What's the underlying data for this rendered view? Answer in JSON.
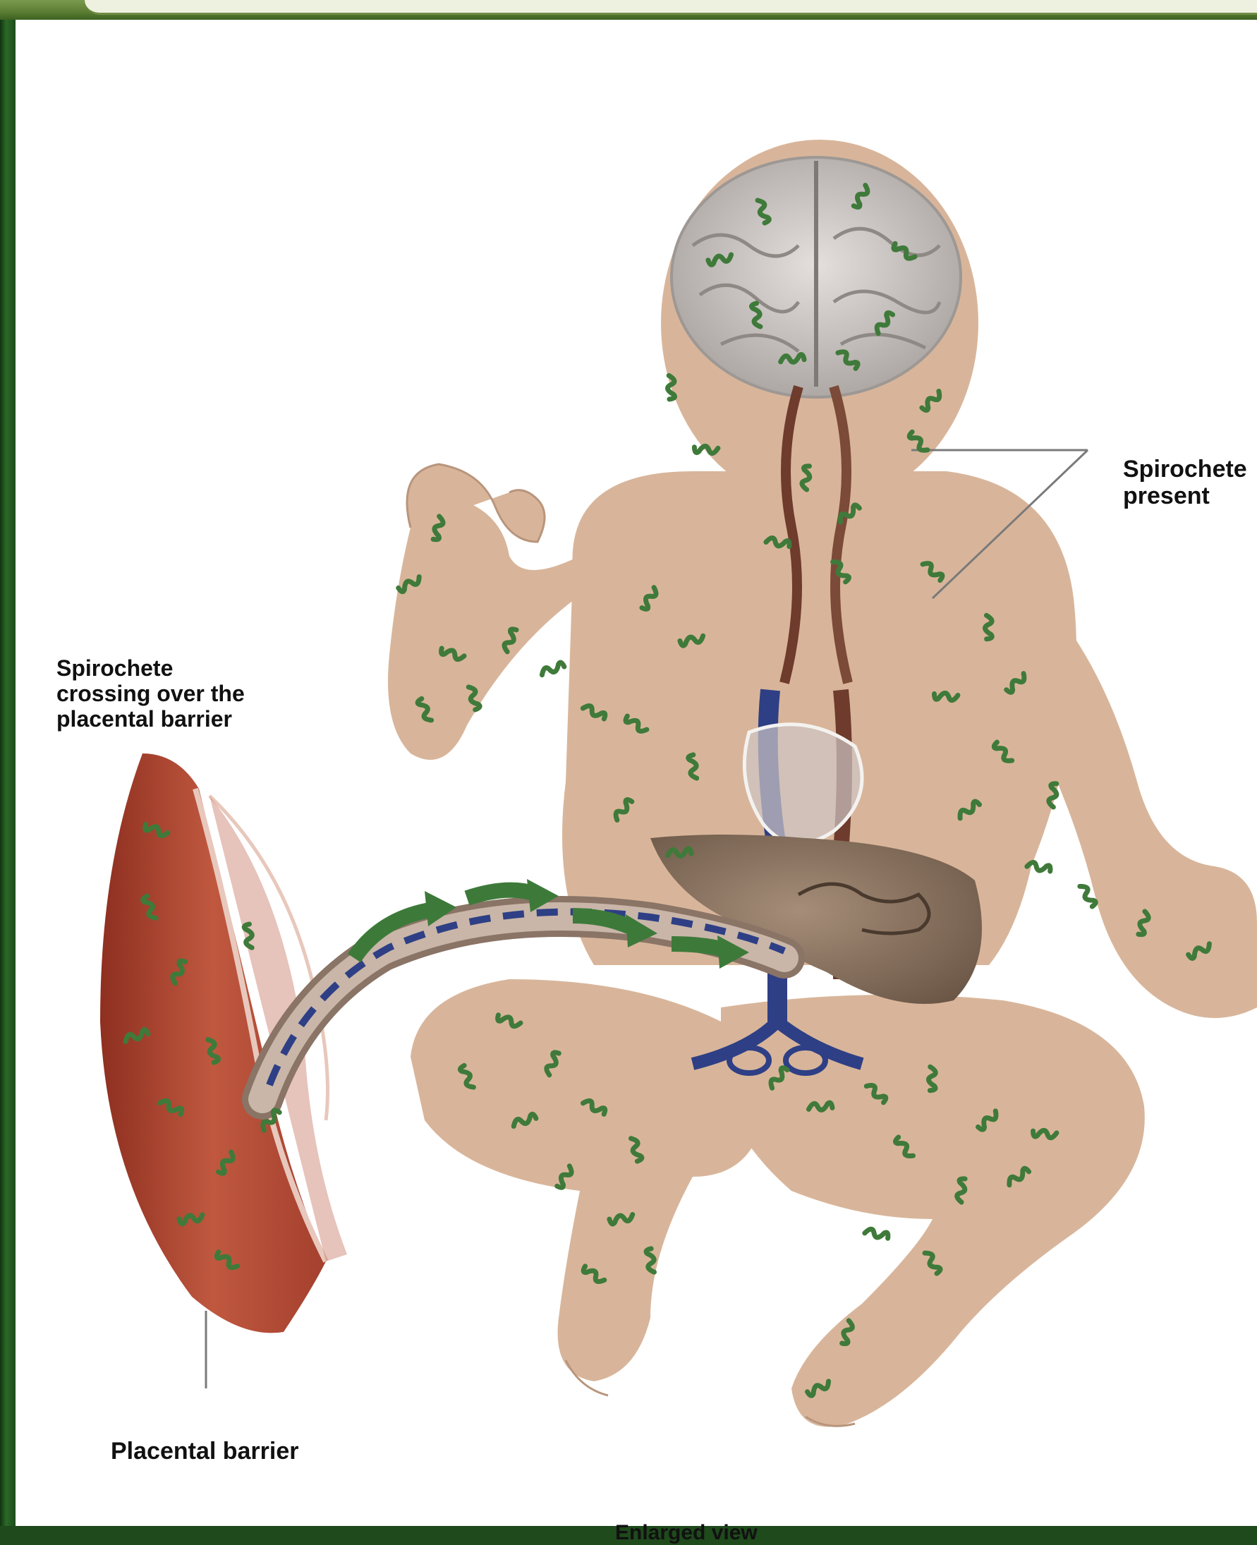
{
  "labels": {
    "spirochete_present": "Spirochete\npresent",
    "spirochete_crossing": "Spirochete\ncrossing over the\nplacental barrier",
    "placental_barrier": "Placental barrier",
    "enlarged_view": "Enlarged view"
  },
  "colors": {
    "frame_green": "#1f4a1c",
    "skin": "#d8b59a",
    "spirochete": "#3f7a3a",
    "brain": "#c9c4c0",
    "vein": "#2e3f85",
    "artery": "#6e3b2c",
    "liver": "#8e7763",
    "placenta": "#b04a34",
    "arrow": "#3d7a3a"
  },
  "icons": [
    "spirochete-icon",
    "arrow-right-icon"
  ]
}
